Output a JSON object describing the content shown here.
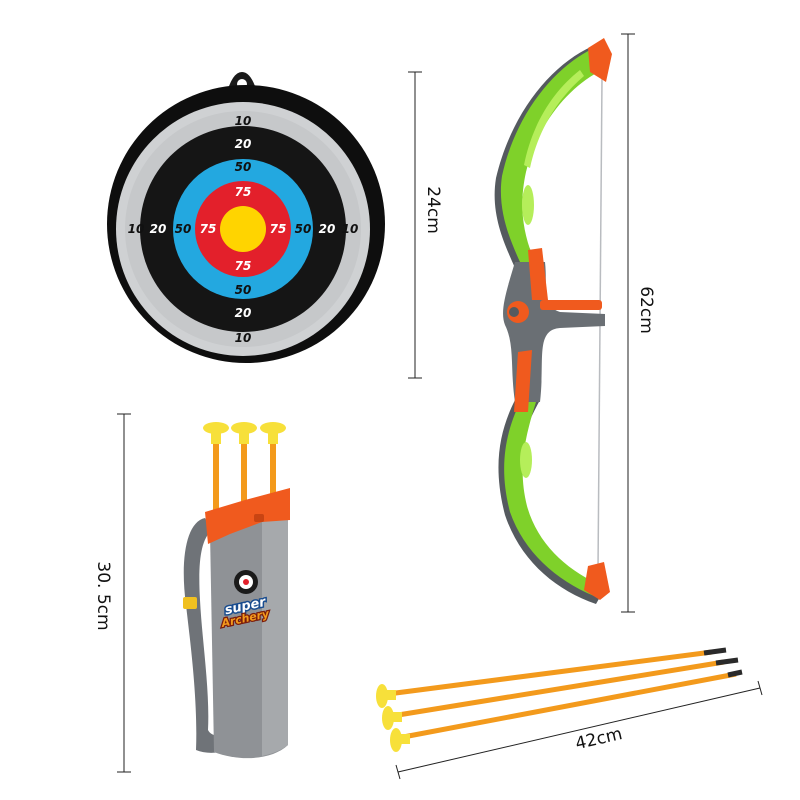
{
  "colors": {
    "bow_green": "#7fd12a",
    "bow_gray": "#666b70",
    "accent_orange": "#f05a1e",
    "arrow_orange": "#f39a1c",
    "suction_yellow": "#f7e03a",
    "quiver_gray": "#8f9296",
    "target_black": "#151515",
    "target_blue": "#23a8e0",
    "target_red": "#e3202b",
    "target_yellow": "#ffd400"
  },
  "target": {
    "outer_labels": [
      "10",
      "10",
      "10",
      "10"
    ],
    "ring20_labels": [
      "20",
      "20",
      "20",
      "20"
    ],
    "ring50_labels": [
      "50",
      "50",
      "50",
      "50"
    ],
    "ring75_labels": [
      "75",
      "75",
      "75",
      "75"
    ]
  },
  "dimensions": {
    "target_height": "24cm",
    "bow_height": "62cm",
    "quiver_height": "30. 5cm",
    "arrow_length": "42cm"
  },
  "quiver": {
    "logo_line1": "super",
    "logo_line2": "Archery"
  }
}
